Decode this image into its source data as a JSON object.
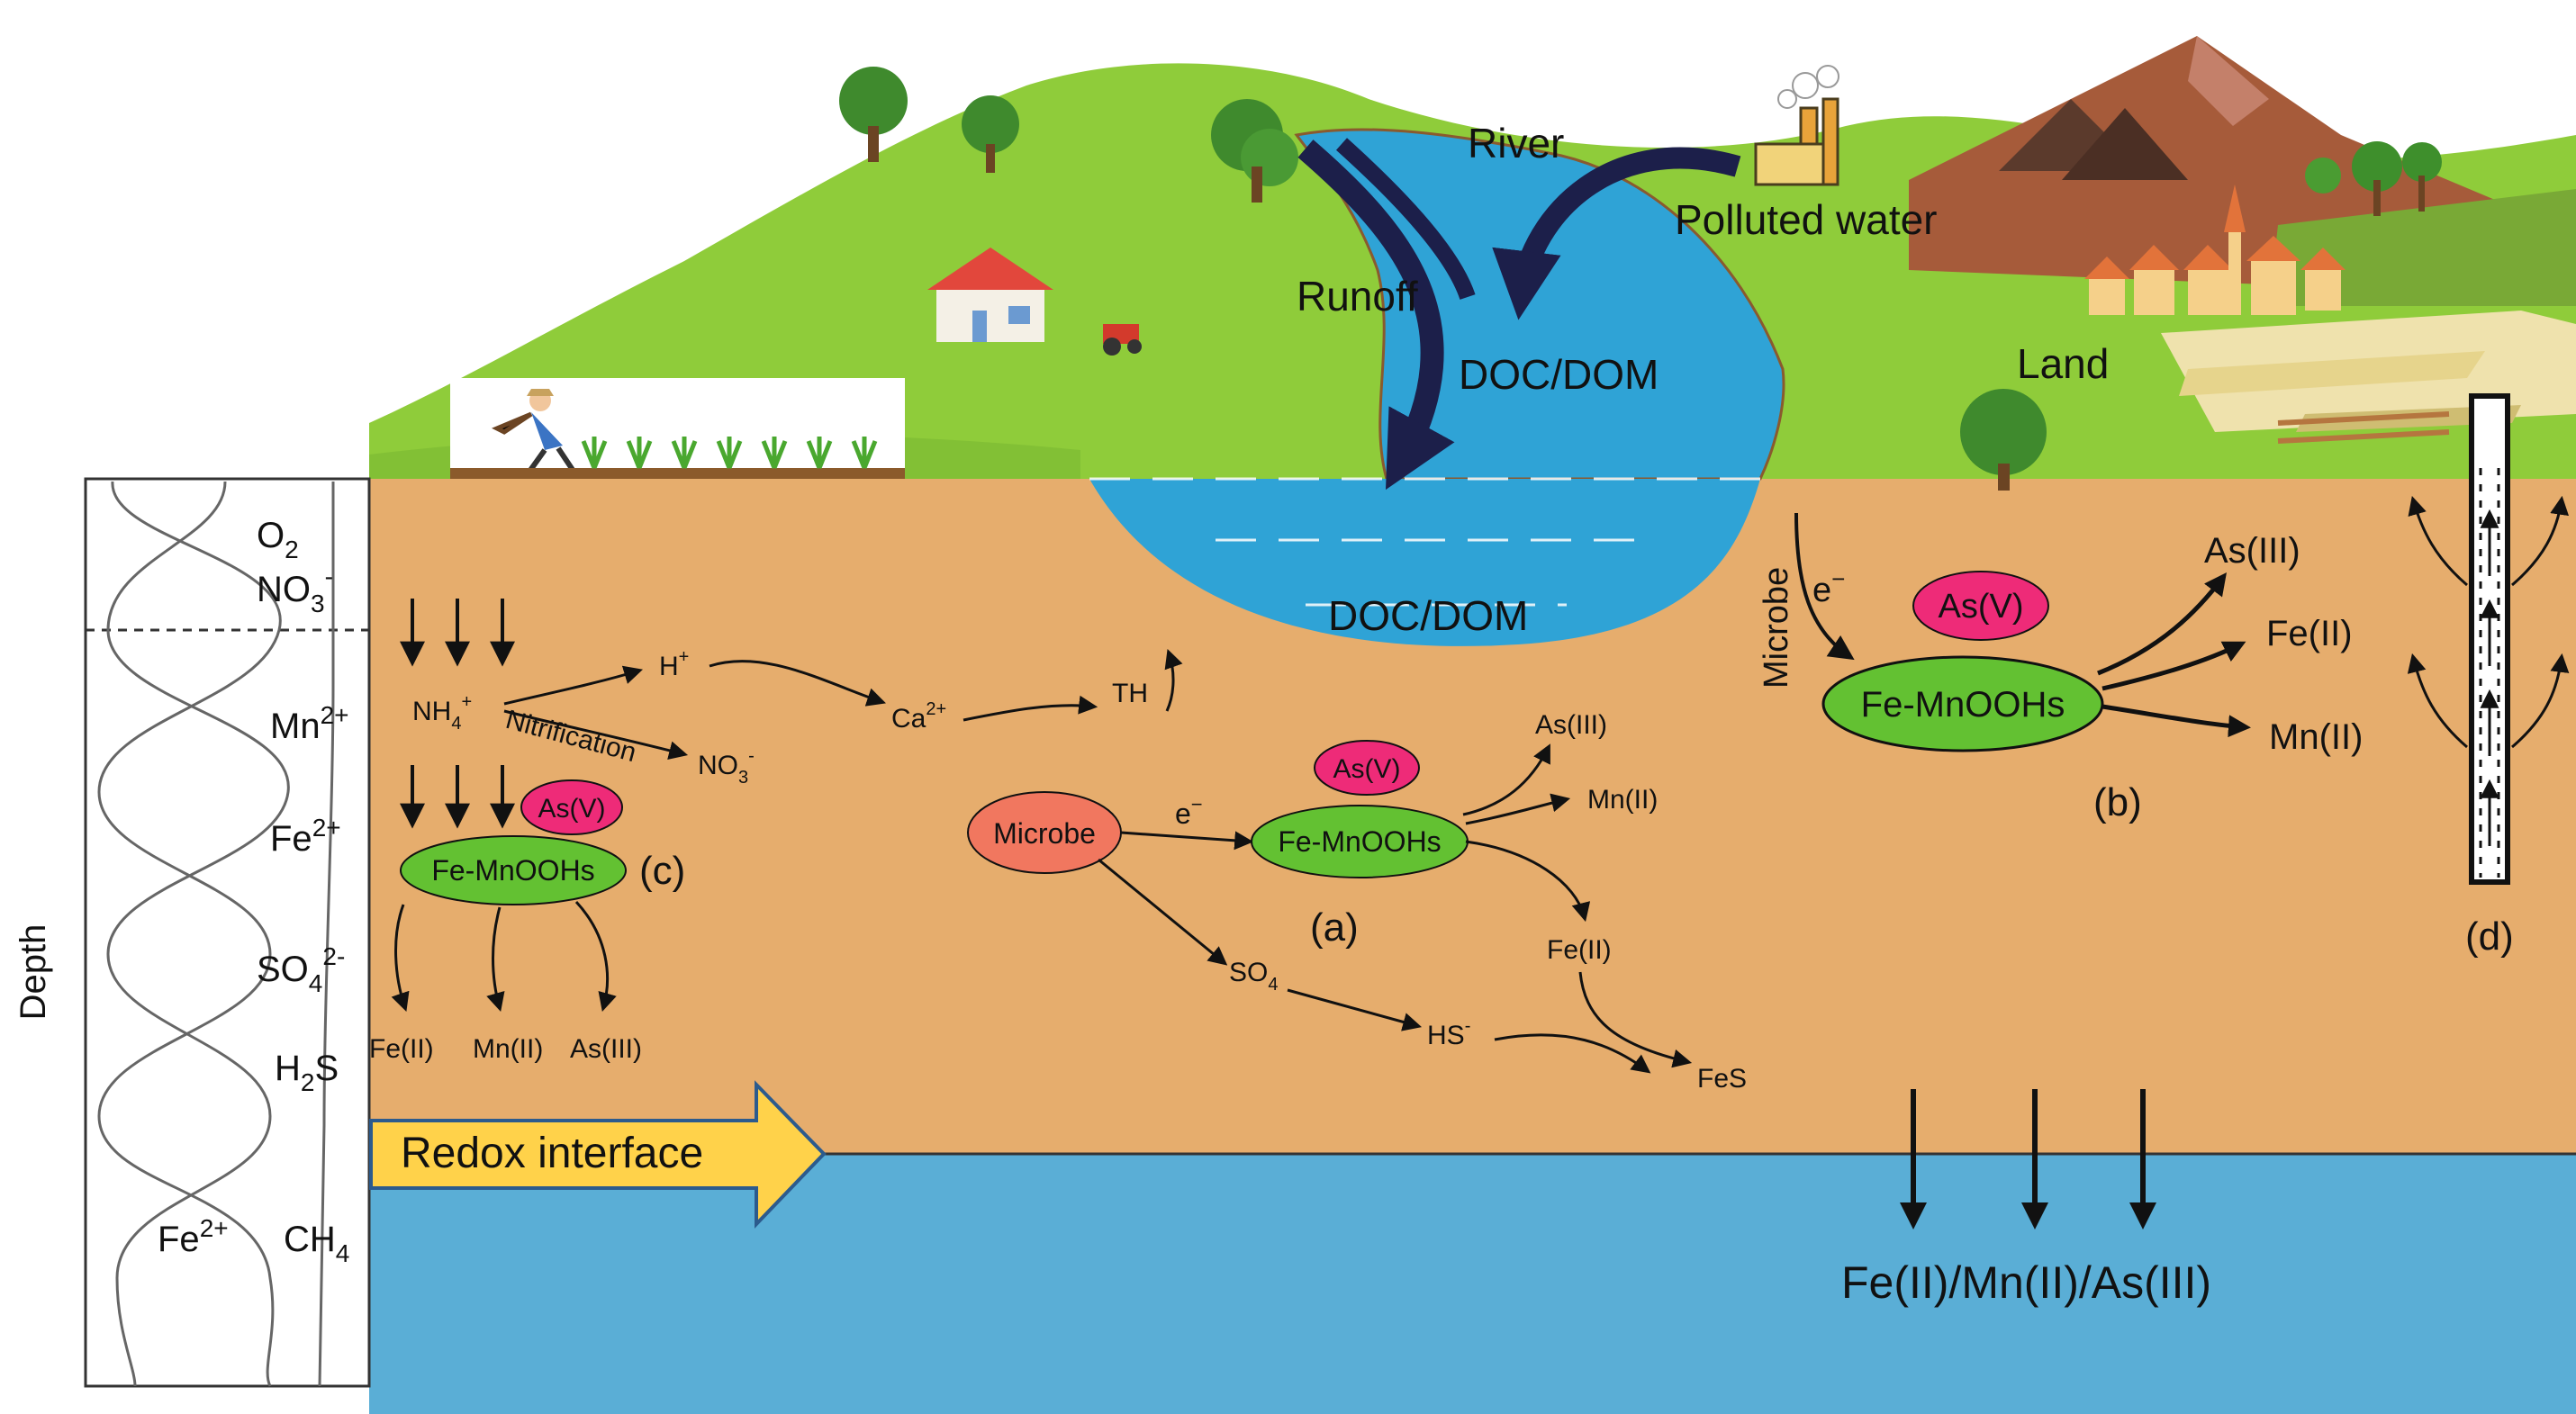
{
  "colors": {
    "sky": "#ffffff",
    "grass": "#8fcc3a",
    "grass_dark": "#6aa82c",
    "soil": "#e6ad6d",
    "groundwater": "#5aaed6",
    "river": "#2fa3d6",
    "river_dark": "#1a86bf",
    "dark_arrow": "#1c1f4a",
    "fe_mn_fill": "#63c132",
    "as_fill": "#ee2b78",
    "microbe_fill": "#f1775f",
    "redox_arrow_fill": "#ffd24a",
    "redox_arrow_stroke": "#2c5b8d",
    "mountain": "#a65b3a"
  },
  "icons": [
    "tree-icon",
    "house-icon",
    "tractor-icon",
    "factory-icon",
    "farmer-icon",
    "crop-row-icon",
    "mountain-icon",
    "village-icon",
    "well-icon"
  ],
  "profile": {
    "axis_label": "Depth",
    "species": [
      {
        "base": "O",
        "sub": "2",
        "sup": ""
      },
      {
        "base": "NO",
        "sub": "3",
        "sup": "-"
      },
      {
        "base": "Mn",
        "sub": "",
        "sup": "2+"
      },
      {
        "base": "Fe",
        "sub": "",
        "sup": "2+"
      },
      {
        "base": "SO",
        "sub": "4",
        "sup": "2-"
      },
      {
        "base": "H",
        "sub": "2",
        "sup": "S"
      },
      {
        "base": "Fe",
        "sub": "",
        "sup": "2+"
      },
      {
        "base": "CH",
        "sub": "4",
        "sup": ""
      }
    ]
  },
  "surface": {
    "river": "River",
    "polluted_water": "Polluted water",
    "runoff": "Runoff",
    "doc_dom_river": "DOC/DOM",
    "doc_dom_lake": "DOC/DOM",
    "land": "Land",
    "microbe_vertical": "Microbe"
  },
  "panel_c": {
    "nh4": {
      "base": "NH",
      "sub": "4",
      "sup": "+"
    },
    "h_plus": {
      "base": "H",
      "sup": "+"
    },
    "ca": {
      "base": "Ca",
      "sup": "2+"
    },
    "th": "TH",
    "nitrification": "Nitrification",
    "no3": {
      "base": "NO",
      "sub": "3",
      "sup": "-"
    },
    "as_v": "As(V)",
    "fe_mn": "Fe-MnOOHs",
    "label": "(c)",
    "products": [
      "Fe(II)",
      "Mn(II)",
      "As(III)"
    ]
  },
  "panel_a": {
    "microbe": "Microbe",
    "electron": "e",
    "electron_sup": "−",
    "as_v": "As(V)",
    "fe_mn": "Fe-MnOOHs",
    "as_iii": "As(III)",
    "mn_ii": "Mn(II)",
    "fe_ii": "Fe(II)",
    "label": "(a)",
    "so4": {
      "base": "SO",
      "sub": "4"
    },
    "hs": {
      "base": "HS",
      "sup": "-"
    },
    "fes": "FeS"
  },
  "panel_b": {
    "electron": "e",
    "electron_sup": "−",
    "as_v": "As(V)",
    "fe_mn": "Fe-MnOOHs",
    "as_iii": "As(III)",
    "fe_ii": "Fe(II)",
    "mn_ii": "Mn(II)",
    "label": "(b)"
  },
  "panel_d": {
    "label": "(d)"
  },
  "redox": {
    "label": "Redox interface"
  },
  "groundwater": {
    "label": "Fe(II)/Mn(II)/As(III)"
  }
}
